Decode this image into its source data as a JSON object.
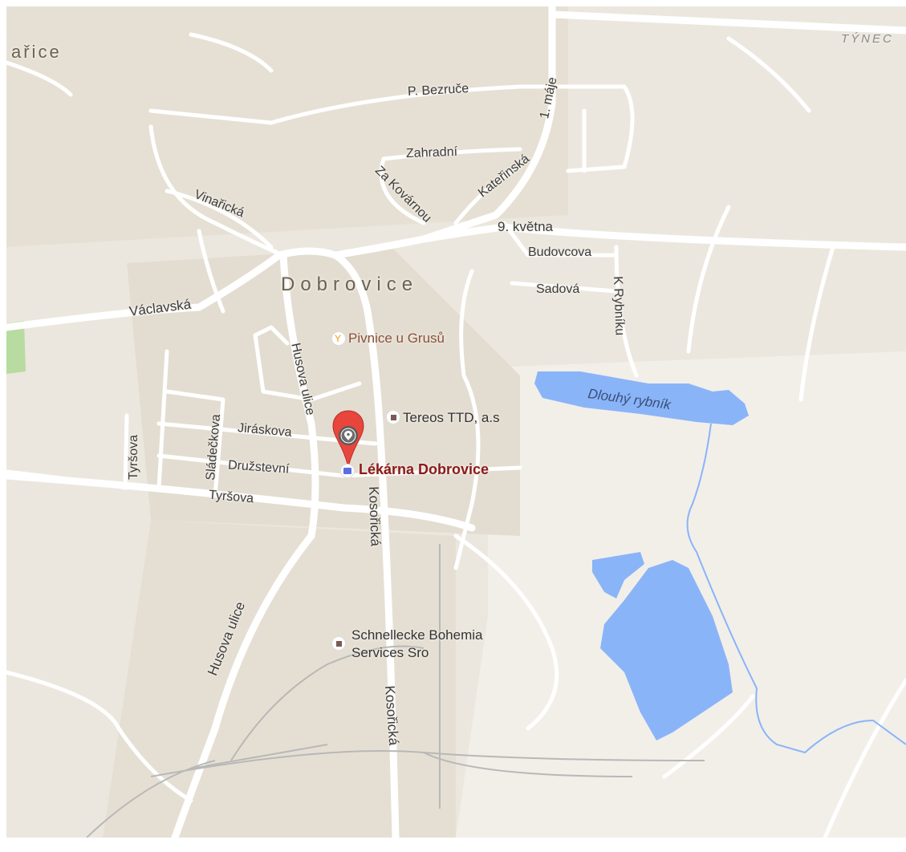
{
  "towns": {
    "dobrovice": "Dobrovice",
    "edge": "ařice",
    "tynec": "TÝNEC"
  },
  "streets": {
    "p_bezruce": "P. Bezruče",
    "prvni_maje": "1. máje",
    "zahradni": "Zahradní",
    "katerinska": "Kateřinská",
    "za_kovarnou": "Za Kovárnou",
    "vinaricka": "Vinařická",
    "devaty_kvetna": "9. května",
    "budovcova": "Budovcova",
    "sadova": "Sadová",
    "k_rybniku": "K Rybníku",
    "vaclavska": "Václavská",
    "husova_ulice_north": "Husova ulice",
    "husova_ulice_south": "Husova ulice",
    "jiraskova": "Jiráskova",
    "druzstevni": "Družstevní",
    "tyrsova_horizontal": "Tyršova",
    "tyrsova_vertical": "Tyršova",
    "sladeckova": "Sládečkova",
    "kosoricka_north": "Kosořická",
    "kosoricka_south": "Kosořická"
  },
  "water": {
    "dlouhy_rybnik": "Dlouhý rybník"
  },
  "places": {
    "pivnice": "Pivnice u Grusů",
    "tereos": "Tereos TTD, a.s",
    "lekarna": "Lékárna Dobrovice",
    "schnellecke_line1": "Schnellecke Bohemia",
    "schnellecke_line2": "Services Sro"
  },
  "colors": {
    "land": "#ece7de",
    "road": "#ffffff",
    "water": "#8ab4f8",
    "marker": "#e8453c",
    "park": "#b7dba0"
  },
  "icons": {
    "selected_marker": "map-pin-icon",
    "pharmacy": "pharmacy-icon",
    "bar": "bar-icon",
    "business": "business-icon"
  }
}
